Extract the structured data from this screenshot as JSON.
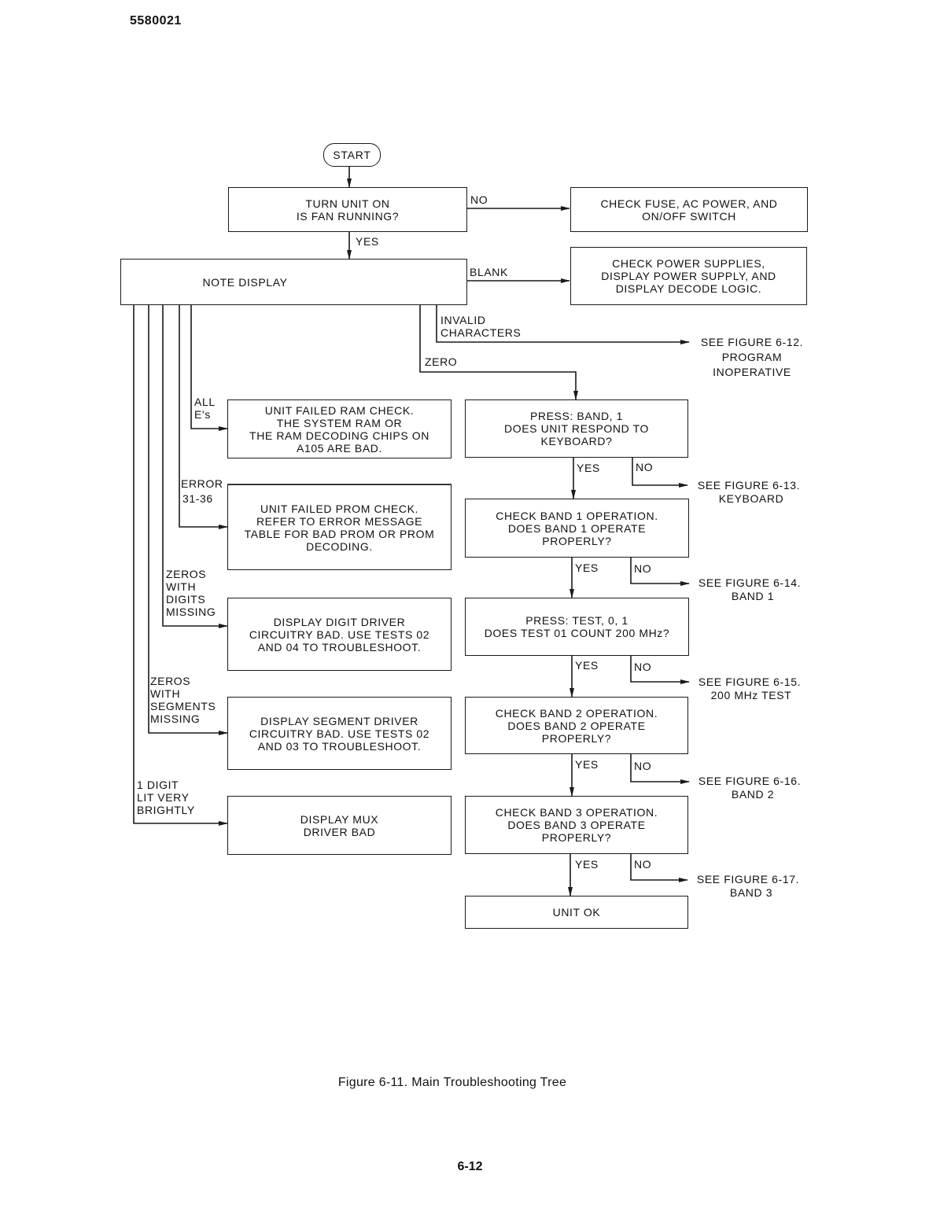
{
  "document_number": "5580021",
  "start": "START",
  "boxes": {
    "turn_on": [
      "TURN UNIT ON",
      "IS FAN RUNNING?"
    ],
    "check_fuse": [
      "CHECK  FUSE,  AC  POWER,  AND",
      "ON/OFF SWITCH"
    ],
    "note_display": [
      "NOTE DISPLAY"
    ],
    "check_power": [
      "CHECK POWER SUPPLIES,",
      "DISPLAY  POWER  SUPPLY,  AND",
      "DISPLAY DECODE LOGIC."
    ],
    "ram_fail": [
      "UNIT FAILED RAM CHECK.",
      "THE SYSTEM RAM OR",
      "THE RAM DECODING CHIPS ON",
      "A105 ARE BAD."
    ],
    "prom_fail": [
      "UNIT FAILED PROM CHECK.",
      "REFER   TO   ERROR   MESSAGE",
      "TABLE FOR BAD PROM OR PROM",
      "DECODING."
    ],
    "digit_driver": [
      "DISPLAY DIGIT DRIVER",
      "CIRCUITRY  BAD.  USE  TESTS  02",
      "AND    04    TO    TROUBLESHOOT."
    ],
    "segment_driver": [
      "DISPLAY SEGMENT DRIVER",
      "CIRCUITRY  BAD.  USE  TESTS  02",
      "AND    03    TO    TROUBLESHOOT."
    ],
    "mux_driver": [
      "DISPLAY MUX",
      "DRIVER BAD"
    ],
    "press_band": [
      "PRESS: BAND,  1",
      "DOES UNIT RESPOND TO",
      "KEYBOARD?"
    ],
    "check_band1": [
      "CHECK BAND 1 OPERATION.",
      "DOES BAND 1 OPERATE",
      "PROPERLY?"
    ],
    "press_test": [
      "PRESS:  TEST, 0, 1",
      "DOES  TEST  01  COUNT  200 MHz?"
    ],
    "check_band2": [
      "CHECK BAND 2 OPERATION.",
      "DOES BAND 2 OPERATE",
      "PROPERLY?"
    ],
    "check_band3": [
      "CHECK BAND 3 OPERATION.",
      "DOES BAND 3 OPERATE",
      "PROPERLY?"
    ],
    "unit_ok": [
      "UNIT OK"
    ]
  },
  "labels": {
    "no": "NO",
    "yes": "YES",
    "blank": "BLANK",
    "invalid": [
      "INVALID",
      "CHARACTERS"
    ],
    "zero": "ZERO",
    "all_es": [
      "ALL",
      "E's"
    ],
    "error": [
      "ERROR",
      "31-36"
    ],
    "zeros_digits": [
      "ZEROS",
      "WITH",
      "DIGITS",
      "MISSING"
    ],
    "zeros_segments": [
      "ZEROS",
      "WITH",
      "SEGMENTS",
      "MISSING"
    ],
    "one_digit": [
      "1 DIGIT",
      "LIT VERY",
      "BRIGHTLY"
    ]
  },
  "outcomes": {
    "fig12": [
      "SEE FIGURE  6-12.",
      "PROGRAM",
      "INOPERATIVE"
    ],
    "fig13": [
      "SEE FIGURE  6-13.",
      "KEYBOARD"
    ],
    "fig14": [
      "SEE FIGURE  6-14.",
      "BAND 1"
    ],
    "fig15": [
      "SEE FIGURE  6-15.",
      "200 MHz TEST"
    ],
    "fig16": [
      "SEE FIGURE  6-16.",
      "BAND 2"
    ],
    "fig17": [
      "SEE FIGURE  6-17.",
      "BAND 3"
    ]
  },
  "caption": "Figure 6-11.   Main Troubleshooting Tree",
  "page_number": "6-12"
}
